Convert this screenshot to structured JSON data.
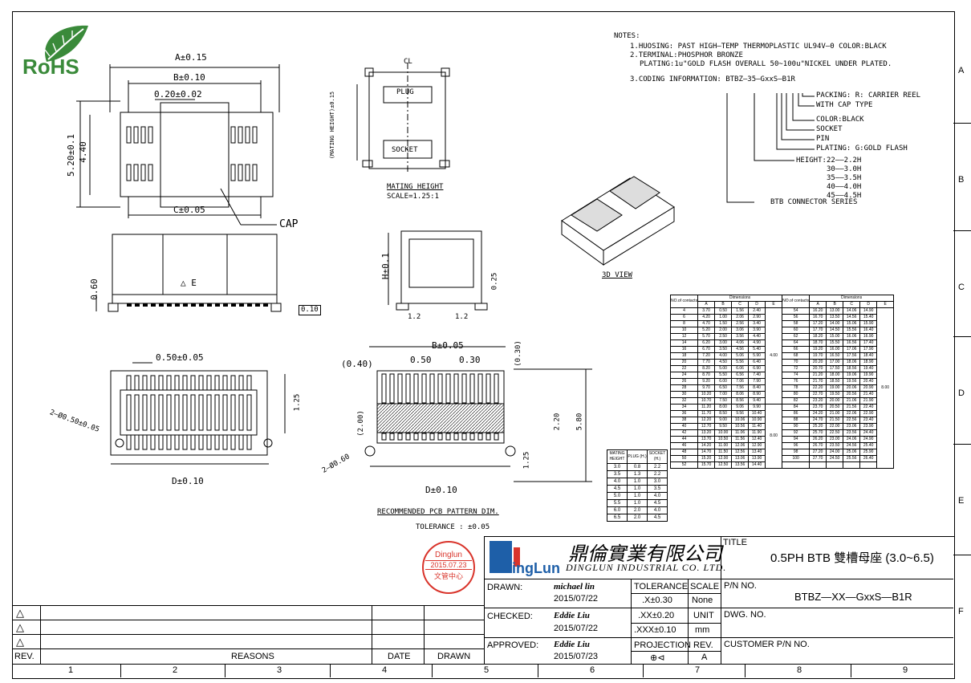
{
  "logo": {
    "text": "RoHS",
    "color": "#3a8a3a"
  },
  "notes": {
    "title": "NOTES:",
    "lines": [
      "1.HUOSING: PAST HIGH—TEMP THERMOPLASTIC UL94V—0 COLOR:BLACK",
      "2.TERMINAL:PHOSPHOR BRONZE",
      "  PLATING:1u\"GOLD FLASH OVERALL 50~100u\"NICKEL UNDER PLATED.",
      "3.CODING INFORMATION: BTBZ—35—GxxS—B1R"
    ],
    "coding": [
      "PACKING: R: CARRIER REEL",
      "WITH CAP TYPE",
      "COLOR:BLACK",
      "SOCKET",
      "PIN",
      "PLATING: G:GOLD FLASH"
    ],
    "height_label": "HEIGHT:",
    "heights": [
      "22——2.2H",
      "30——3.0H",
      "35——3.5H",
      "40——4.0H",
      "45——4.5H"
    ],
    "series": "BTB CONNECTOR SERIES"
  },
  "dims": {
    "a": "A±0.15",
    "b": "B±0.10",
    "p020": "0.20±0.02",
    "h520": "5.20±0.1",
    "h440": "4.40",
    "c": "C±0.05",
    "cap": "CAP",
    "plug": "PLUG",
    "socket": "SOCKET",
    "mh": "(MATING HEIGHT)±0.15",
    "mating_title": "MATING HEIGHT",
    "mating_scale": "SCALE=1.25:1",
    "cl": "CL",
    "e": "△ E",
    "p060": "0.60",
    "d010": "0.10",
    "h01": "H±0.1",
    "p025": "0.25",
    "p12a": "1.2",
    "p12b": "1.2",
    "p050": "0.50±0.05",
    "p125": "1.25",
    "hole": "2—Ø0.50±0.05",
    "d": "D±0.10",
    "b005": "B±0.05",
    "p040": "(0.40)",
    "p050b": "0.50",
    "p030": "0.30",
    "p030b": "(0.30)",
    "p200": "(2.00)",
    "p220": "2.20",
    "p580": "5.80",
    "p125b": "1.25",
    "hole2": "2—Ø0.60",
    "d010b": "D±0.10",
    "recommended": "RECOMMENDED PCB PATTERN DIM.",
    "tolerance": "TOLERANCE : ±0.05",
    "view3d": "3D VIEW"
  },
  "mating_table": {
    "headers": [
      "MATING HEIGHT",
      "PLUG (H.)",
      "SOCKET (H.)"
    ],
    "rows": [
      [
        "3.0",
        "0.8",
        "2.2"
      ],
      [
        "3.5",
        "1.3",
        "2.2"
      ],
      [
        "4.0",
        "1.0",
        "3.0"
      ],
      [
        "4.5",
        "1.0",
        "3.5"
      ],
      [
        "5.0",
        "1.0",
        "4.0"
      ],
      [
        "5.5",
        "1.0",
        "4.5"
      ],
      [
        "6.0",
        "2.0",
        "4.0"
      ],
      [
        "6.5",
        "2.0",
        "4.5"
      ]
    ]
  },
  "dim_table": {
    "left_headers": [
      "NO.of contacts",
      "Dimensions",
      "A",
      "B",
      "C",
      "D",
      "E"
    ],
    "left_rows": [
      [
        "4",
        "3.70",
        "0.50",
        "1.56",
        "2.40"
      ],
      [
        "6",
        "4.20",
        "1.00",
        "2.06",
        "2.90"
      ],
      [
        "8",
        "4.70",
        "1.50",
        "2.56",
        "3.40"
      ],
      [
        "10",
        "5.20",
        "2.00",
        "3.06",
        "3.90"
      ],
      [
        "12",
        "5.70",
        "2.50",
        "3.56",
        "4.40"
      ],
      [
        "14",
        "6.20",
        "3.00",
        "4.06",
        "4.90"
      ],
      [
        "16",
        "6.70",
        "3.50",
        "4.56",
        "5.40"
      ],
      [
        "18",
        "7.20",
        "4.00",
        "5.06",
        "5.90"
      ],
      [
        "20",
        "7.70",
        "4.50",
        "5.56",
        "6.40"
      ],
      [
        "22",
        "8.20",
        "5.00",
        "6.06",
        "6.90"
      ],
      [
        "24",
        "8.70",
        "5.50",
        "6.56",
        "7.40"
      ],
      [
        "26",
        "9.20",
        "6.00",
        "7.06",
        "7.90"
      ],
      [
        "28",
        "9.70",
        "6.50",
        "7.56",
        "8.40"
      ],
      [
        "30",
        "10.20",
        "7.00",
        "8.06",
        "8.90"
      ],
      [
        "32",
        "10.70",
        "7.50",
        "8.56",
        "9.40"
      ],
      [
        "34",
        "11.20",
        "8.00",
        "9.06",
        "9.90"
      ],
      [
        "36",
        "11.70",
        "8.50",
        "9.56",
        "10.40"
      ],
      [
        "38",
        "12.20",
        "9.00",
        "10.06",
        "10.90"
      ],
      [
        "40",
        "12.70",
        "9.50",
        "10.56",
        "11.40"
      ],
      [
        "42",
        "13.20",
        "10.00",
        "11.06",
        "11.90"
      ],
      [
        "44",
        "13.70",
        "10.50",
        "11.56",
        "12.40"
      ],
      [
        "46",
        "14.20",
        "11.00",
        "12.06",
        "12.90"
      ],
      [
        "48",
        "14.70",
        "11.50",
        "12.56",
        "13.40"
      ],
      [
        "50",
        "15.20",
        "12.00",
        "13.06",
        "13.90"
      ],
      [
        "52",
        "15.70",
        "12.50",
        "13.56",
        "14.40"
      ]
    ],
    "left_e": [
      "4.00",
      "8.00"
    ],
    "right_rows": [
      [
        "54",
        "16.20",
        "13.00",
        "14.06",
        "14.90"
      ],
      [
        "56",
        "16.70",
        "13.50",
        "14.56",
        "15.40"
      ],
      [
        "58",
        "17.20",
        "14.00",
        "15.06",
        "15.90"
      ],
      [
        "60",
        "17.70",
        "14.50",
        "15.56",
        "16.40"
      ],
      [
        "62",
        "18.20",
        "15.00",
        "16.06",
        "16.90"
      ],
      [
        "64",
        "18.70",
        "15.50",
        "16.56",
        "17.40"
      ],
      [
        "66",
        "19.20",
        "16.00",
        "17.06",
        "17.90"
      ],
      [
        "68",
        "19.70",
        "16.50",
        "17.56",
        "18.40"
      ],
      [
        "70",
        "20.20",
        "17.00",
        "18.06",
        "18.90"
      ],
      [
        "72",
        "20.70",
        "17.50",
        "18.56",
        "19.40"
      ],
      [
        "74",
        "21.20",
        "18.00",
        "19.06",
        "19.90"
      ],
      [
        "76",
        "21.70",
        "18.50",
        "19.56",
        "20.40"
      ],
      [
        "78",
        "22.20",
        "19.00",
        "20.06",
        "20.90"
      ],
      [
        "80",
        "22.70",
        "19.50",
        "20.56",
        "21.40"
      ],
      [
        "82",
        "23.20",
        "20.00",
        "21.06",
        "21.90"
      ],
      [
        "84",
        "23.70",
        "20.50",
        "21.56",
        "22.40"
      ],
      [
        "86",
        "24.20",
        "21.00",
        "22.06",
        "22.90"
      ],
      [
        "88",
        "24.70",
        "21.50",
        "22.56",
        "23.40"
      ],
      [
        "90",
        "25.20",
        "22.00",
        "23.06",
        "23.90"
      ],
      [
        "92",
        "25.70",
        "22.50",
        "23.56",
        "24.40"
      ],
      [
        "94",
        "26.20",
        "23.00",
        "24.06",
        "24.90"
      ],
      [
        "96",
        "26.70",
        "23.50",
        "24.56",
        "25.40"
      ],
      [
        "98",
        "27.20",
        "24.00",
        "25.06",
        "25.90"
      ],
      [
        "100",
        "27.70",
        "24.50",
        "25.56",
        "26.40"
      ]
    ],
    "right_e": "8.00"
  },
  "stamp": {
    "line1": "Dinglun",
    "line2": "2015.07.23",
    "line3": "文管中心",
    "color": "#d9342b"
  },
  "company": {
    "logo_text": "ingLun",
    "cn": "鼎倫實業有限公司",
    "en": "DINGLUN INDUSTRIAL CO. LTD.",
    "logo_color": "#1e5fa8"
  },
  "title_block": {
    "title_label": "TITLE",
    "title": "0.5PH BTB 雙槽母座 (3.0~6.5)",
    "drawn": "DRAWN:",
    "drawn_by": "michael lin",
    "drawn_date": "2015/07/22",
    "checked": "CHECKED:",
    "checked_by": "Eddie Liu",
    "checked_date": "2015/07/22",
    "approved": "APPROVED:",
    "approved_by": "Eddie Liu",
    "approved_date": "2015/07/23",
    "tolerance": "TOLERANCE",
    "tol1": ".X±0.30",
    "tol2": ".XX±0.20",
    "tol3": ".XXX±0.10",
    "projection": "PROJECTION",
    "scale": "SCALE",
    "scale_v": "None",
    "unit": "UNIT",
    "unit_v": "mm",
    "rev": "REV.",
    "rev_v": "A",
    "pn": "P/N NO.",
    "pn_v": "BTBZ—XX—GxxS—B1R",
    "dwg": "DWG. NO.",
    "customer": "CUSTOMER P/N NO."
  },
  "revision": {
    "rev": "REV.",
    "reasons": "REASONS",
    "date": "DATE",
    "drawn": "DRAWN"
  },
  "grid": {
    "cols": [
      "1",
      "2",
      "3",
      "4",
      "5",
      "6",
      "7",
      "8",
      "9"
    ],
    "rows": [
      "A",
      "B",
      "C",
      "D",
      "E",
      "F"
    ]
  }
}
